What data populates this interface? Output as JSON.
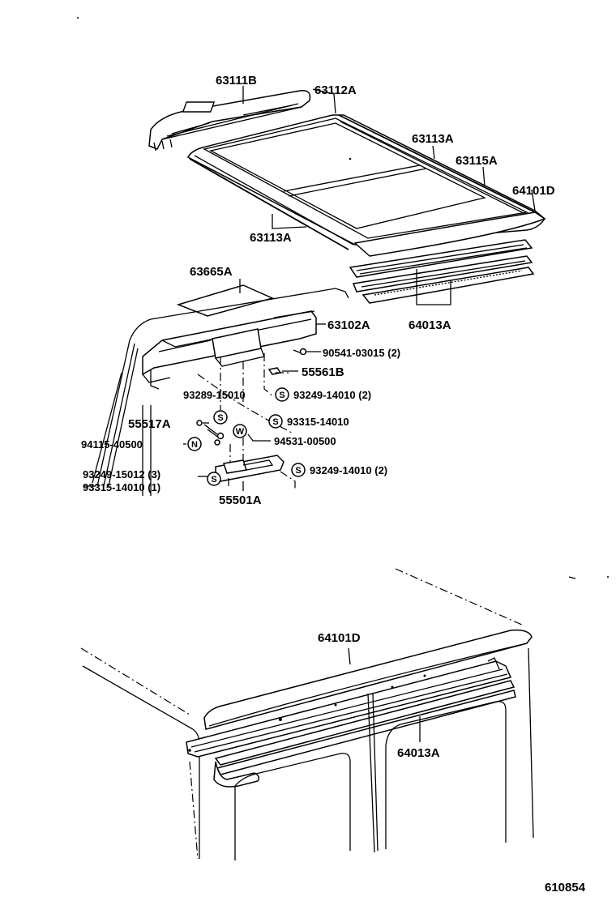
{
  "labels": {
    "p63111B": "63111B",
    "p63112A": "63112A",
    "p63113A_right": "63113A",
    "p63115A": "63115A",
    "p64101D_top": "64101D",
    "p63113A_left": "63113A",
    "p63665A": "63665A",
    "p64013A_top": "64013A",
    "p63102A": "63102A",
    "p90541": "90541-03015 (2)",
    "p55561B": "55561B",
    "p93289": "93289-15010",
    "p93249_mid": "93249-14010 (2)",
    "p55517A": "55517A",
    "p93315_mid": "93315-14010",
    "p94115": "94115-40500",
    "p94531": "94531-00500",
    "p93249_15012": "93249-15012 (3)",
    "p93315_low": "93315-14010 (1)",
    "p93249_low": "93249-14010 (2)",
    "p55501A": "55501A",
    "p64101D_bottom": "64101D",
    "p64013A_bottom": "64013A",
    "figure_number": "610854"
  },
  "symbols": {
    "s": "S",
    "n": "N",
    "w": "W"
  }
}
